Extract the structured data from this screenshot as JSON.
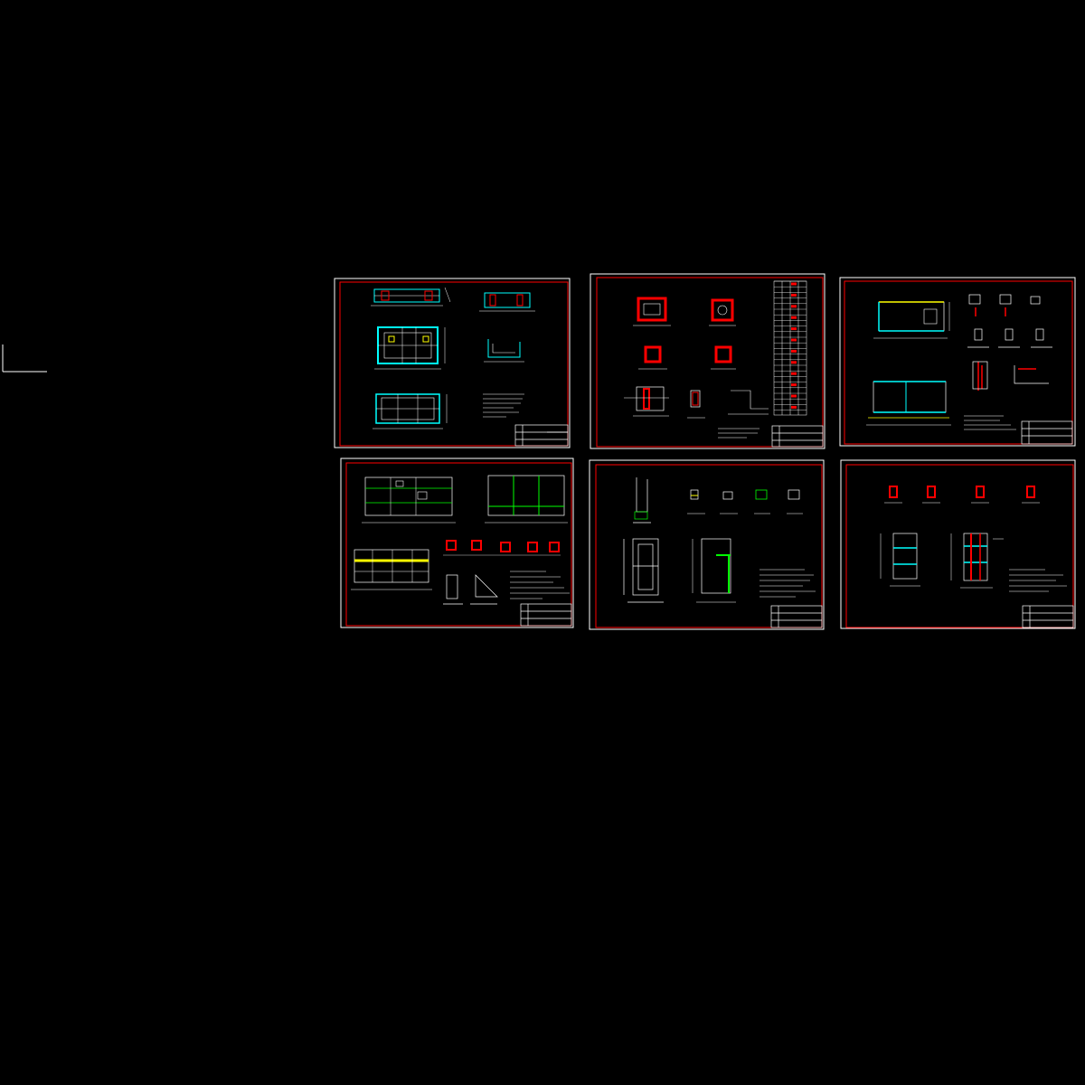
{
  "colors": {
    "background": "#000000",
    "sheet_border": "#ffffff",
    "inner_frame": "#ff0000",
    "member": "#00ffff",
    "dimension": "#ffffff",
    "rebar": "#ff0000",
    "accent_green": "#00ff00",
    "accent_yellow": "#ffff00",
    "title_block": "#ffffff"
  },
  "ucs_icon": "ucs-axis-icon",
  "sheets": [
    {
      "id": "sheet-1",
      "content": "plan-sections-notes"
    },
    {
      "id": "sheet-2",
      "content": "column-details-schedule"
    },
    {
      "id": "sheet-3",
      "content": "frame-plans-details"
    },
    {
      "id": "sheet-4",
      "content": "foundation-plans-details"
    },
    {
      "id": "sheet-5",
      "content": "wall-elevation-details"
    },
    {
      "id": "sheet-6",
      "content": "beam-details-plan"
    }
  ]
}
